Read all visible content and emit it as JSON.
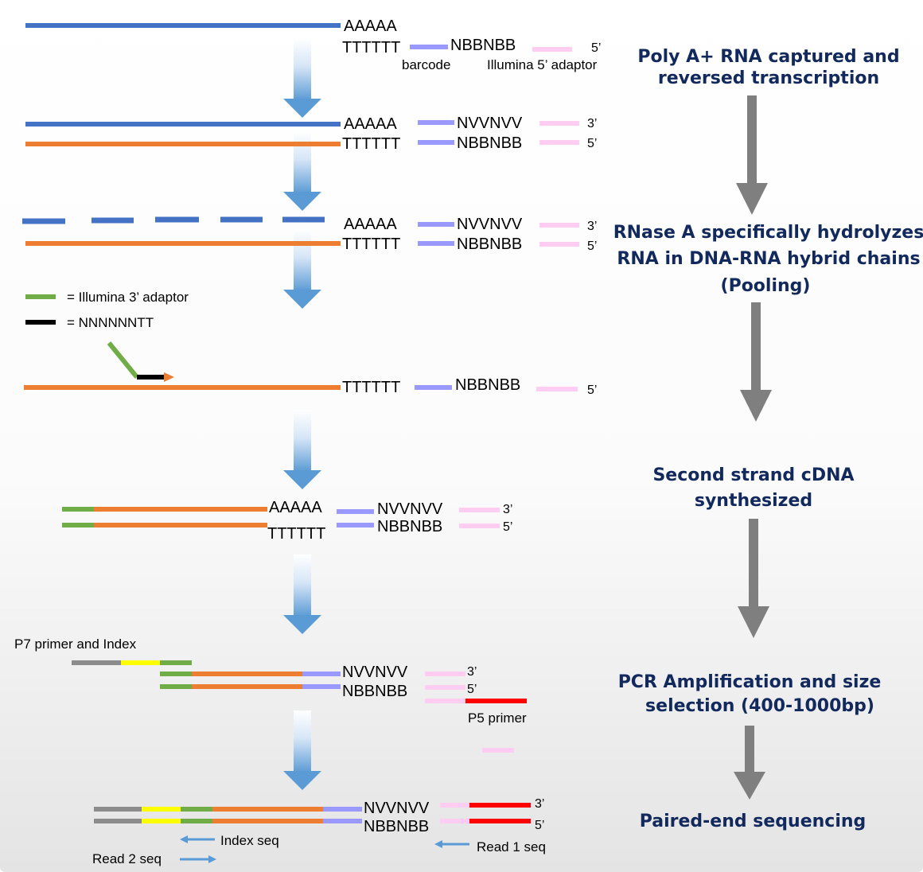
{
  "diagram": {
    "stage1": {
      "poly_a": "AAAAA",
      "poly_t": "TTTTTT",
      "umi_bottom": "NBBNBB",
      "end_bottom": "5’",
      "barcode_label": "barcode",
      "adaptor_label": "Illumina 5’ adaptor"
    },
    "stage2": {
      "poly_a": "AAAAA",
      "poly_t": "TTTTTT",
      "umi_top": "NVVNVV",
      "umi_bottom": "NBBNBB",
      "end_top": "3’",
      "end_bottom": "5’"
    },
    "stage3": {
      "poly_a": "AAAAA",
      "poly_t": "TTTTTT",
      "umi_top": "NVVNVV",
      "umi_bottom": "NBBNBB",
      "end_top": "3’",
      "end_bottom": "5’"
    },
    "legend": {
      "item1": "= Illumina 3’ adaptor",
      "item2": "= NNNNNNTT"
    },
    "stage4": {
      "poly_t": "TTTTTT",
      "umi_bottom": "NBBNBB",
      "end_bottom": "5’"
    },
    "stage5": {
      "poly_a": "AAAAA",
      "poly_t": "TTTTTT",
      "umi_top": "NVVNVV",
      "umi_bottom": "NBBNBB",
      "end_top": "3’",
      "end_bottom": "5’"
    },
    "stage6": {
      "p7_label": "P7 primer and Index",
      "umi_top": "NVVNVV",
      "umi_bottom": "NBBNBB",
      "end_top": "3’",
      "end_bottom": "5’",
      "p5_label": "P5 primer"
    },
    "stage7": {
      "umi_top": "NVVNVV",
      "umi_bottom": "NBBNBB",
      "end_top": "3’",
      "end_bottom": "5’",
      "index_seq": "Index seq",
      "read2_seq": "Read 2 seq",
      "read1_seq": "Read 1 seq"
    },
    "steps": {
      "s1_line1": "Poly A+ RNA captured and",
      "s1_line2": "reversed transcription",
      "s2_line1": "RNase A specifically hydrolyzes",
      "s2_line2": "RNA in DNA-RNA hybrid chains",
      "s2_line3": "(Pooling)",
      "s3_line1": "Second strand cDNA",
      "s3_line2": "synthesized",
      "s4_line1": "PCR Amplification and size",
      "s4_line2": "selection (400-1000bp)",
      "s5_line1": "Paired-end sequencing"
    },
    "colors": {
      "rna": "#4472c4",
      "cdna": "#ed7d31",
      "barcode": "#9999ff",
      "adaptor5": "#ffccf2",
      "adaptor3": "#70ad47",
      "primer_tail": "#000000",
      "p7_gray": "#8c8c8c",
      "index_yellow": "#ffff00",
      "p5_red": "#ff0000",
      "step_text": "#12295e",
      "step_arrow": "#7f7f7f",
      "read_arrow": "#5b9bd5"
    }
  }
}
